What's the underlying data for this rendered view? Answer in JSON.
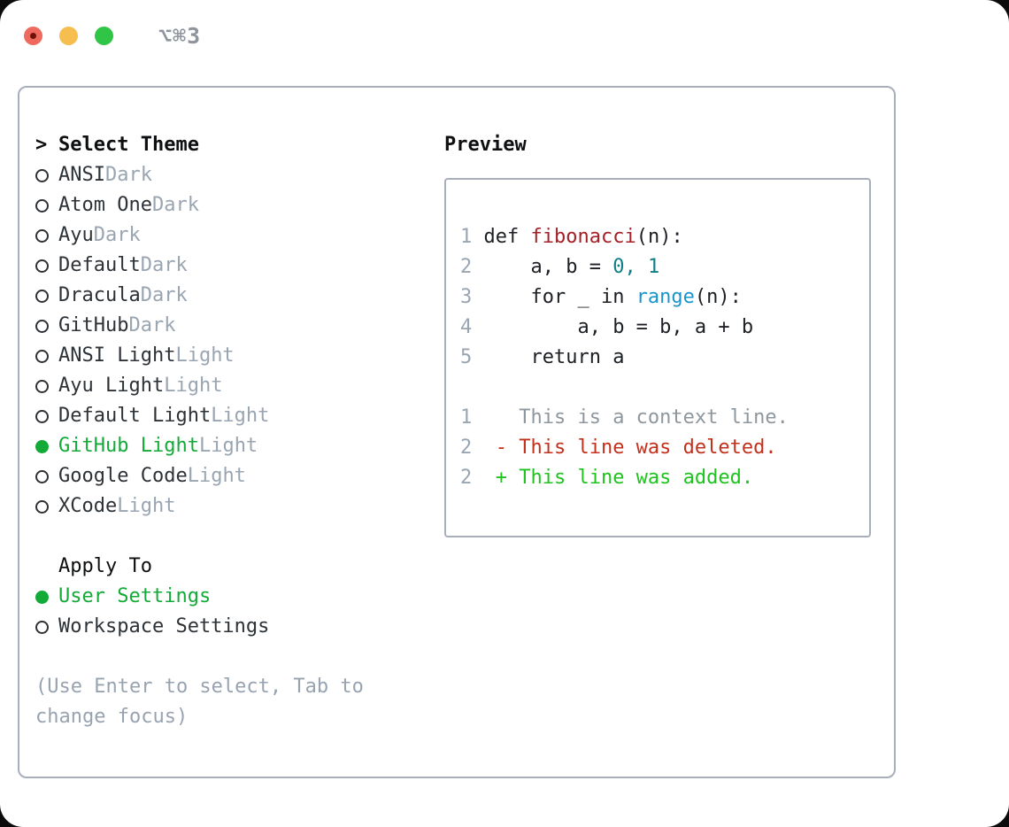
{
  "window": {
    "title": "⌥⌘3",
    "traffic_lights": [
      {
        "name": "close",
        "color_key": "traffic_red"
      },
      {
        "name": "minimize",
        "color_key": "traffic_yellow"
      },
      {
        "name": "zoom",
        "color_key": "traffic_green"
      }
    ]
  },
  "theme_picker": {
    "header_prefix": ">",
    "header": "Select Theme",
    "items": [
      {
        "name": "ANSI",
        "variant": "Dark",
        "selected": false
      },
      {
        "name": "Atom One",
        "variant": "Dark",
        "selected": false
      },
      {
        "name": "Ayu",
        "variant": "Dark",
        "selected": false
      },
      {
        "name": "Default",
        "variant": "Dark",
        "selected": false
      },
      {
        "name": "Dracula",
        "variant": "Dark",
        "selected": false
      },
      {
        "name": "GitHub",
        "variant": "Dark",
        "selected": false
      },
      {
        "name": "ANSI Light",
        "variant": "Light",
        "selected": false
      },
      {
        "name": "Ayu Light",
        "variant": "Light",
        "selected": false
      },
      {
        "name": "Default Light",
        "variant": "Light",
        "selected": false
      },
      {
        "name": "GitHub Light",
        "variant": "Light",
        "selected": true
      },
      {
        "name": "Google Code",
        "variant": "Light",
        "selected": false
      },
      {
        "name": "XCode",
        "variant": "Light",
        "selected": false
      }
    ]
  },
  "apply_to": {
    "header": "Apply To",
    "items": [
      {
        "name": "User Settings",
        "selected": true
      },
      {
        "name": "Workspace Settings",
        "selected": false
      }
    ]
  },
  "hint": "(Use Enter to select, Tab to change focus)",
  "preview": {
    "header": "Preview",
    "code_lines": [
      {
        "num": "1",
        "segments": [
          {
            "t": "def ",
            "c": "code"
          },
          {
            "t": "fibonacci",
            "c": "func"
          },
          {
            "t": "(n):",
            "c": "code"
          }
        ]
      },
      {
        "num": "2",
        "segments": [
          {
            "t": "    a, b = ",
            "c": "code"
          },
          {
            "t": "0, 1",
            "c": "number"
          }
        ]
      },
      {
        "num": "3",
        "segments": [
          {
            "t": "    for _ in ",
            "c": "code"
          },
          {
            "t": "range",
            "c": "builtin"
          },
          {
            "t": "(n):",
            "c": "code"
          }
        ]
      },
      {
        "num": "4",
        "segments": [
          {
            "t": "        a, b = b, a + b",
            "c": "code"
          }
        ]
      },
      {
        "num": "5",
        "segments": [
          {
            "t": "    return a",
            "c": "code"
          }
        ]
      },
      {
        "num": "",
        "segments": []
      },
      {
        "num": "1",
        "segments": [
          {
            "t": "   This is a context line.",
            "c": "context"
          }
        ]
      },
      {
        "num": "2",
        "segments": [
          {
            "t": " - This line was deleted.",
            "c": "deleted"
          }
        ]
      },
      {
        "num": "2",
        "segments": [
          {
            "t": " + This line was added.",
            "c": "added"
          }
        ]
      }
    ]
  },
  "colors": {
    "text_primary": "#0d0f11",
    "text_item": "#2d3237",
    "text_muted": "#9aa5b2",
    "text_hint": "#98a3b1",
    "green_selected": "#14aa37",
    "border": "#a7afba",
    "title_gray": "#8e949c",
    "code_default": "#1c1f23",
    "code_func": "#a42127",
    "code_number": "#0e7e87",
    "code_builtin": "#1b93cc",
    "code_context": "#8e979e",
    "code_deleted": "#c3301c",
    "code_added": "#1ec31e",
    "line_number": "#9aa5b2",
    "traffic_red": "#ee6a5e",
    "traffic_yellow": "#f6bd4f",
    "traffic_green": "#30c546",
    "traffic_red_dot": "#701205"
  }
}
